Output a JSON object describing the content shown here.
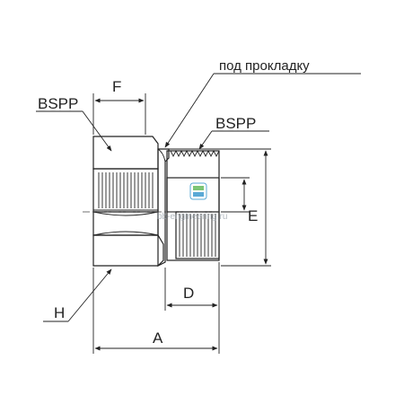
{
  "labels": {
    "bspp_left": "BSPP",
    "bspp_right": "BSPP",
    "f": "F",
    "seal_note": "под прокладку",
    "e": "E",
    "d": "D",
    "h": "H",
    "a": "A"
  },
  "watermark": "bb-engineering.ru",
  "colors": {
    "line": "#222222",
    "shade_light": "#e6e6e6",
    "shade_dark": "#bdbdbd",
    "logo_green": "#7cc576",
    "logo_blue": "#5aa9d6"
  }
}
